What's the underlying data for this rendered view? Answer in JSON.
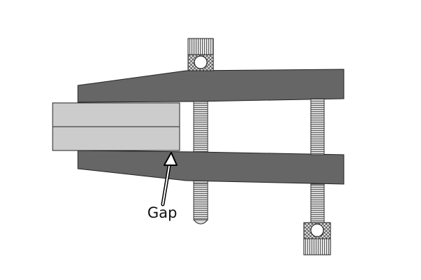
{
  "annotation": {
    "label": "Gap"
  },
  "colors": {
    "jaw": "#666666",
    "workpiece": "#cccccc",
    "outline": "#222222",
    "thread": "#d9d9d9",
    "background": "#ffffff"
  },
  "icons": [
    "clamp-jaw",
    "threaded-screw",
    "knurled-knob",
    "arrow"
  ]
}
